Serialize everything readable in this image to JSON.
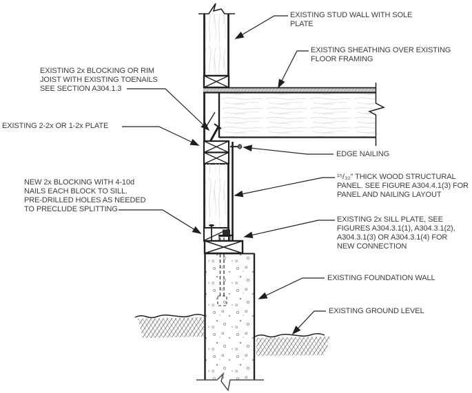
{
  "drawing": {
    "title": "",
    "labels": {
      "stud_wall": "EXISTING STUD WALL WITH SOLE\nPLATE",
      "sheathing": "EXISTING SHEATHING OVER EXISTING\nFLOOR FRAMING",
      "blocking_rim": "EXISTING 2x BLOCKING OR RIM\nJOIST WITH EXISTING TOENAILS\nSEE SECTION A304.1.3",
      "plate": "EXISTING 2-2x OR 1-2x PLATE",
      "new_blocking": "NEW 2x BLOCKING WITH 4-10d\nNAILS EACH BLOCK TO SILL.\nPRE-DRILLED HOLES AS NEEDED\nTO PRECLUDE SPLITTING",
      "edge_nailing": "EDGE NAILING",
      "panel": "¹⁵/₃₂\" THICK WOOD STRUCTURAL\nPANEL. SEE FIGURE A304.4.1(3) FOR\nPANEL AND NAILING LAYOUT",
      "sill_plate": "EXISTING 2x SILL PLATE, SEE\nFIGURES A304.3.1(1), A304.3.1(2),\nA304.3.1(3) OR A304.3.1(4) FOR\nNEW CONNECTION",
      "foundation": "EXISTING FOUNDATION WALL",
      "ground": "EXISTING GROUND LEVEL"
    },
    "colors": {
      "line": "#1f1f1f",
      "text": "#3a3a3a",
      "wood_grain": "#dedede",
      "concrete_speckle": "#999999",
      "sheathing_fill": "#cdcdcd",
      "earth_hatch": "#5a5a5a"
    }
  }
}
